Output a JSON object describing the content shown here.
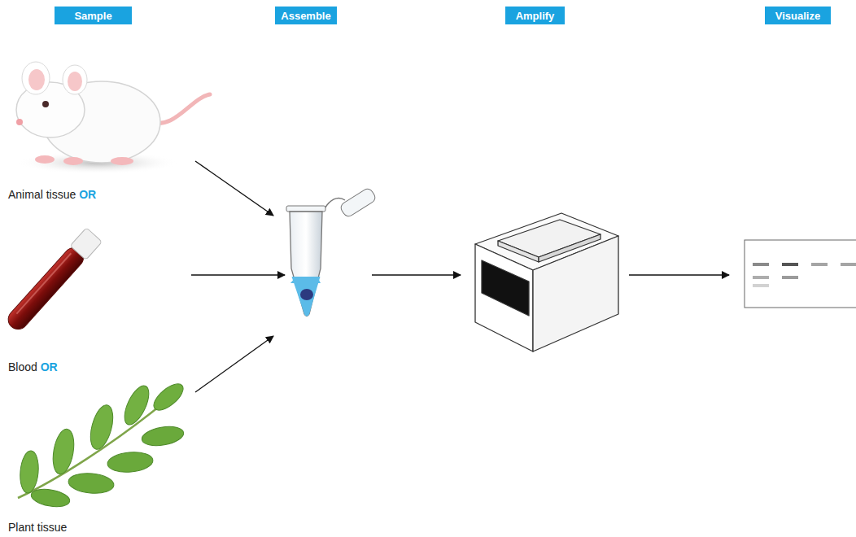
{
  "diagram": {
    "nodes": [
      {
        "text": [
          "Sample"
        ]
      },
      {
        "text": [
          "Assemble"
        ]
      },
      {
        "text": [
          "Amplify"
        ]
      },
      {
        "text": [
          "Visualize"
        ]
      }
    ],
    "labels": [
      "Animal tissue",
      "OR",
      "Blood",
      "OR",
      "Plant tissue"
    ]
  }
}
